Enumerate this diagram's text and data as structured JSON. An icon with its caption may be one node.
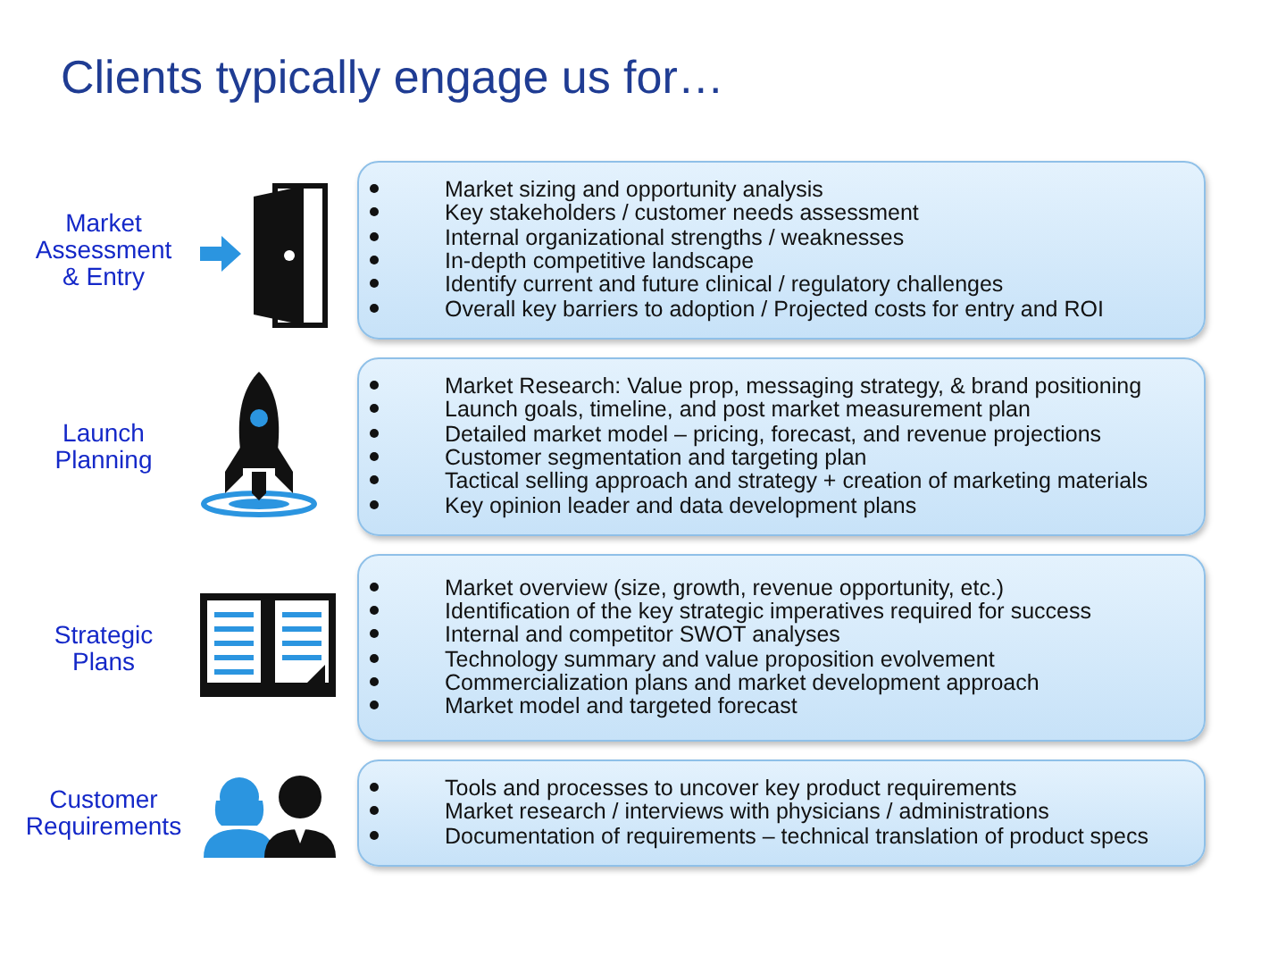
{
  "diagram": {
    "title": "Clients typically engage us for…",
    "nodes": [
      {
        "text": [
          "Market sizing and opportunity analysis",
          "Key stakeholders / customer needs assessment",
          "Internal organizational strengths / weaknesses",
          "In-depth competitive landscape",
          "Identify current and future clinical / regulatory challenges",
          "Overall key barriers to adoption / Projected costs for entry and ROI"
        ]
      },
      {
        "text": [
          "Market Research: Value prop, messaging strategy, & brand positioning",
          "Launch goals, timeline, and post market measurement plan",
          "Detailed market model – pricing, forecast, and revenue projections",
          "Customer segmentation and targeting plan",
          "Tactical selling approach and strategy + creation of marketing materials",
          "Key opinion leader and data development plans"
        ]
      },
      {
        "text": [
          "Market overview (size, growth, revenue opportunity, etc.)",
          "Identification of the key strategic imperatives required for success",
          "Internal and competitor SWOT analyses",
          "Technology summary and value proposition evolvement",
          "Commercialization plans and market development approach",
          "Market model and targeted forecast"
        ]
      },
      {
        "text": [
          "Tools and processes to uncover key product requirements",
          "Market research / interviews with physicians / administrations",
          "Documentation of requirements – technical translation of product specs"
        ]
      }
    ],
    "labels": [
      "Market Assessment & Entry",
      "Launch Planning",
      "Strategic Plans",
      "Customer Requirements"
    ]
  }
}
